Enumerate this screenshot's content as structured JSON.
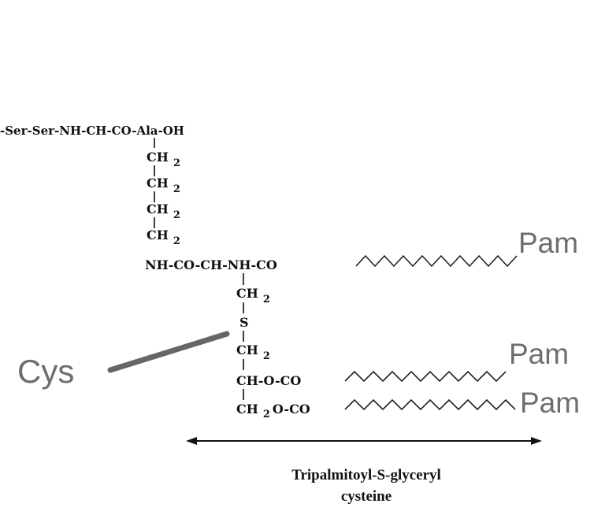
{
  "structure": {
    "top_row": "-Ser-Ser-NH-CH-CO-Ala-OH",
    "ch2_group": "CH",
    "ch2_subscript": "2",
    "lysine_link": "NH-CO-CH-NH-CO",
    "sulfur": "S",
    "glyceryl_ch": "CH-O-CO",
    "glyceryl_ch2_prefix": "CH",
    "glyceryl_ch2_subscript": "2",
    "glyceryl_ch2_suffix": "O-CO"
  },
  "labels": {
    "pam_1": "Pam",
    "pam_2": "Pam",
    "pam_3": "Pam",
    "cys": "Cys"
  },
  "caption": {
    "line1": "Tripalmitoyl-S-glyceryl",
    "line2": "cysteine"
  },
  "colors": {
    "ink": "#111111",
    "label_gray": "#6e6e6e",
    "pointer_gray": "#666666"
  }
}
